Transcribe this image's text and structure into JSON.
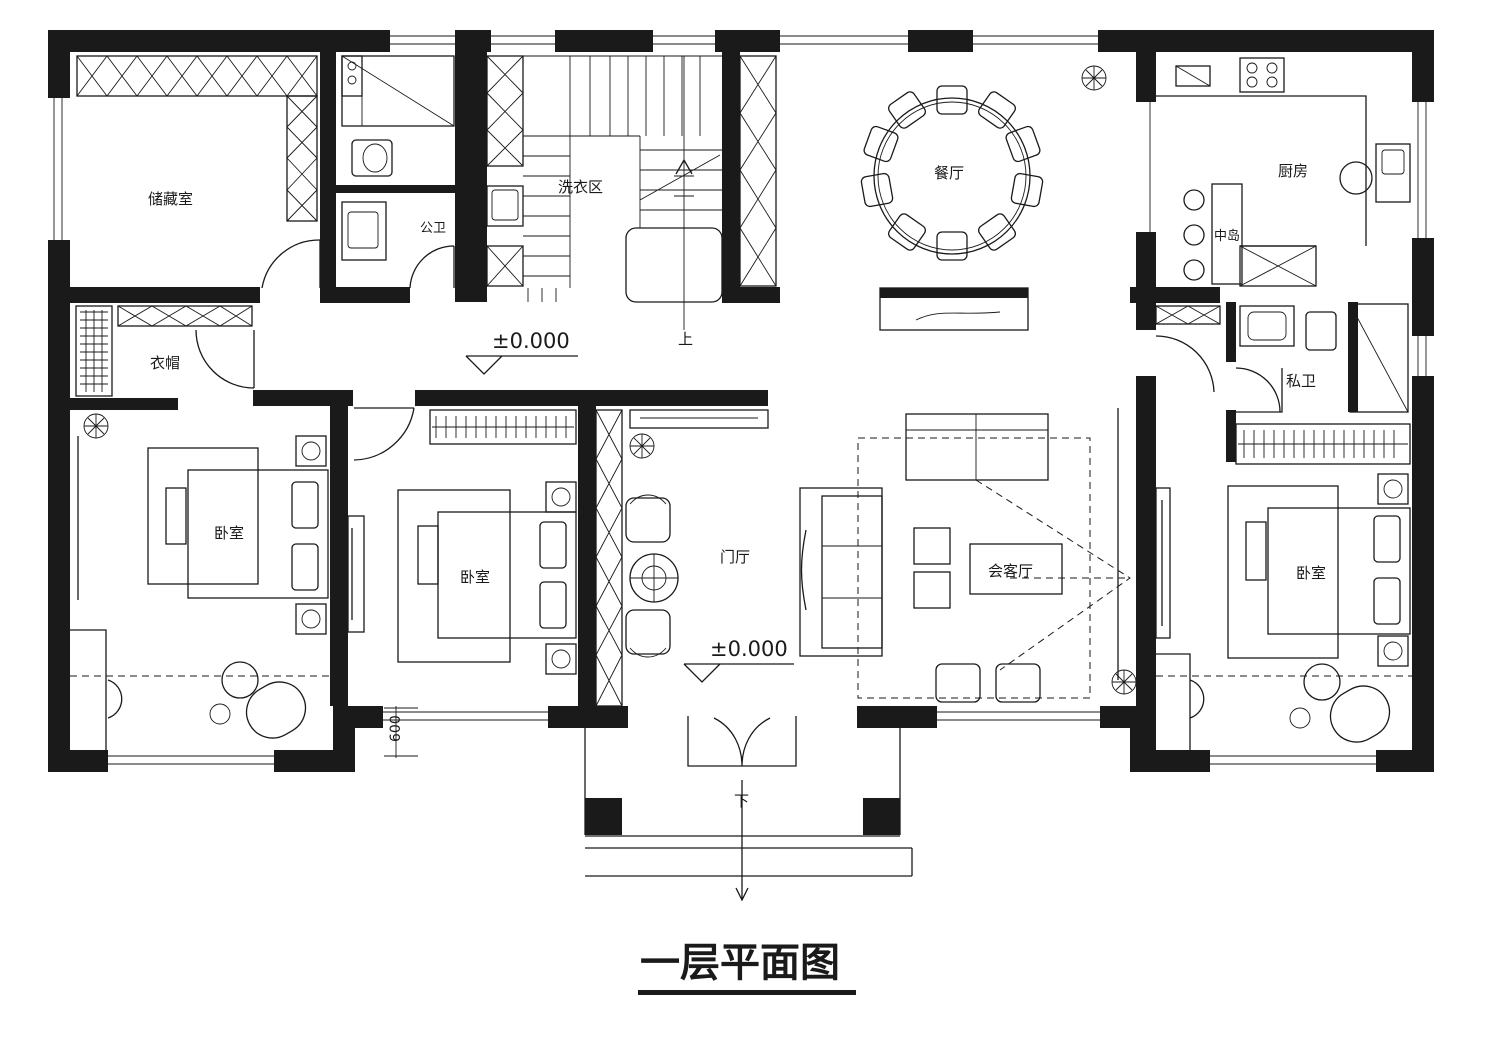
{
  "title": "一层平面图",
  "rooms": {
    "storage": "储藏室",
    "public_toilet": "公卫",
    "laundry": "洗衣区",
    "dining": "餐厅",
    "kitchen": "厨房",
    "island": "中岛",
    "cloakroom": "衣帽",
    "private_toilet": "私卫",
    "bedroom_left": "卧室",
    "bedroom_mid": "卧室",
    "foyer": "门厅",
    "living": "会客厅",
    "bedroom_right": "卧室"
  },
  "levels": {
    "corridor": "±0.000",
    "foyer": "±0.000"
  },
  "stairs": {
    "up": "上",
    "down": "下"
  },
  "dimension": "600"
}
